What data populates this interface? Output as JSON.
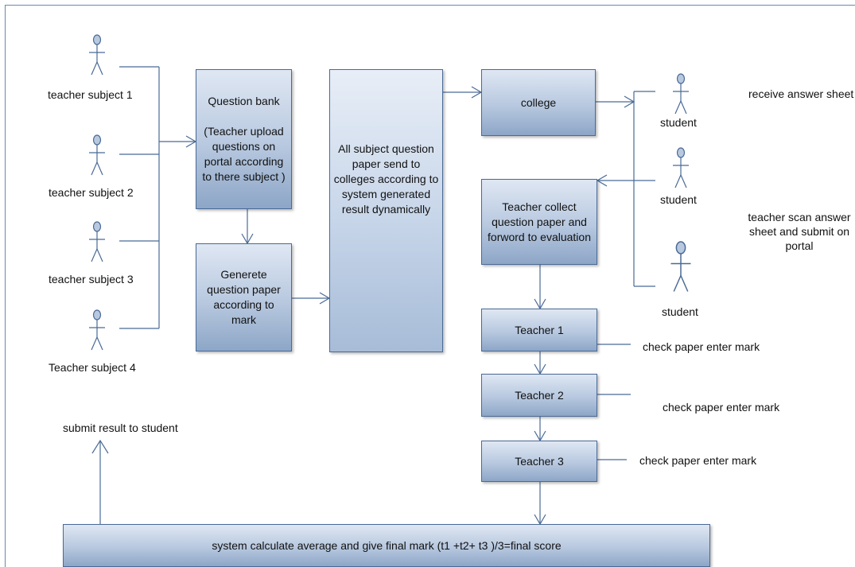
{
  "actors": {
    "teacher1": "teacher subject 1",
    "teacher2": "teacher subject 2",
    "teacher3": "teacher subject 3",
    "teacher4": "Teacher subject 4",
    "student1": "student",
    "student2": "student",
    "student3": "student"
  },
  "boxes": {
    "question_bank": "Question bank\n\n(Teacher upload questions on portal according to there subject )",
    "generate_paper": "Generete question paper according to mark",
    "send_papers": "All subject question paper send to colleges according to system generated result dynamically",
    "college": "college",
    "teacher_collect": "Teacher collect question paper and forword to evaluation",
    "teacher1": "Teacher 1",
    "teacher2": "Teacher 2",
    "teacher3": "Teacher 3",
    "final": "system calculate average and give final mark (t1 +t2+ t3 )/3=final score"
  },
  "notes": {
    "receive": "receive answer sheet",
    "scan": "teacher scan answer sheet and submit on portal",
    "check1": "check paper enter mark",
    "check2": "check paper enter mark",
    "check3": "check paper enter mark",
    "submit": "submit result to student"
  },
  "colors": {
    "box_border": "#4a6a96",
    "connector": "#4a6a96",
    "actor_head": "#b7c8df"
  }
}
